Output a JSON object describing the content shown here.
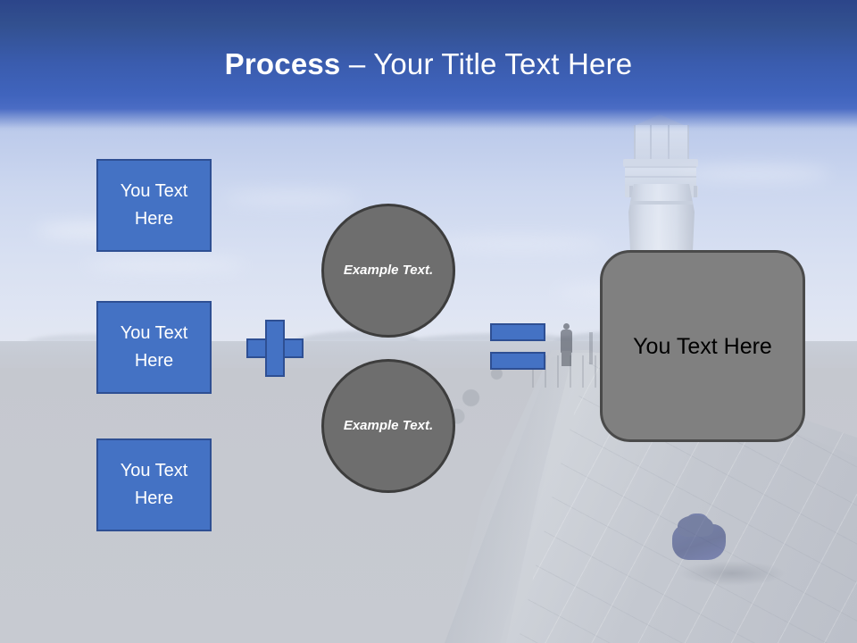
{
  "slide": {
    "title_bold": "Process",
    "title_separator": " – ",
    "title_regular": "Your Title Text Here",
    "background_description": "lighthouse-pier-photo"
  },
  "colors": {
    "header_top": "#2c458a",
    "header_bottom": "#4a6cc4",
    "accent_blue": "#4472c4",
    "accent_blue_border": "#2e4f93",
    "circle_gray": "#6e6e6e",
    "circle_gray_border": "#3d3d3d",
    "result_gray": "#808080",
    "result_gray_border": "#4a4a4a",
    "slide_background": "#c6c9d0",
    "title_text": "#ffffff",
    "result_text": "#000000"
  },
  "inputs": {
    "boxes": [
      {
        "label": "You Text Here"
      },
      {
        "label": "You Text Here"
      },
      {
        "label": "You Text Here"
      }
    ]
  },
  "operators": {
    "plus": "+",
    "equals": "="
  },
  "factors": {
    "circles": [
      {
        "label": "Example Text."
      },
      {
        "label": "Example Text."
      }
    ]
  },
  "result": {
    "label": "You Text Here"
  }
}
